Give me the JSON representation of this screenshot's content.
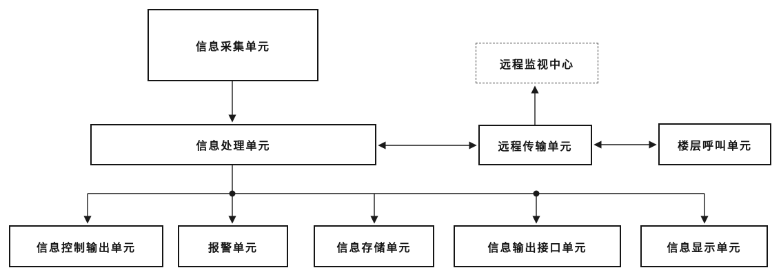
{
  "diagram": {
    "colors": {
      "line": "#1a1a1a",
      "background": "#ffffff",
      "text": "#141414"
    },
    "nodes": {
      "info_collection": {
        "label": "信息采集单元"
      },
      "info_processing": {
        "label": "信息处理单元"
      },
      "remote_monitoring": {
        "label": "远程监视中心"
      },
      "remote_transmission": {
        "label": "远程传输单元"
      },
      "floor_call": {
        "label": "楼层呼叫单元"
      },
      "info_control_output": {
        "label": "信息控制输出单元"
      },
      "alarm": {
        "label": "报警单元"
      },
      "info_storage": {
        "label": "信息存储单元"
      },
      "info_output_interface": {
        "label": "信息输出接口单元"
      },
      "info_display": {
        "label": "信息显示单元"
      }
    },
    "edges": [
      {
        "from": "info_collection",
        "to": "info_processing",
        "type": "arrow-down"
      },
      {
        "from": "info_processing",
        "to": "remote_transmission",
        "type": "double-arrow"
      },
      {
        "from": "remote_transmission",
        "to": "remote_monitoring",
        "type": "arrow-up"
      },
      {
        "from": "remote_transmission",
        "to": "floor_call",
        "type": "double-arrow"
      },
      {
        "from": "info_processing",
        "to": "info_control_output",
        "type": "arrow-down-bus"
      },
      {
        "from": "info_processing",
        "to": "alarm",
        "type": "arrow-down-bus"
      },
      {
        "from": "info_processing",
        "to": "info_storage",
        "type": "arrow-down-bus"
      },
      {
        "from": "info_processing",
        "to": "info_output_interface",
        "type": "arrow-down-bus"
      },
      {
        "from": "info_processing",
        "to": "info_display",
        "type": "arrow-down-bus"
      }
    ]
  }
}
